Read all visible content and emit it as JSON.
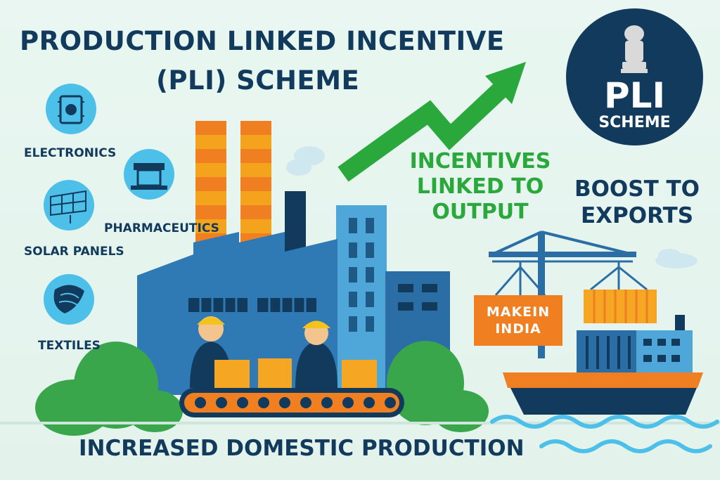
{
  "title": {
    "line1": "PRODUCTION LINKED INCENTIVE",
    "line2": "(PLI) SCHEME"
  },
  "sectors": [
    {
      "label": "ELECTRONICS",
      "icon": "circuit-chip-icon"
    },
    {
      "label": "PHARMACEUTICS",
      "icon": "pharma-machine-icon"
    },
    {
      "label": "SOLAR PANELS",
      "icon": "solar-panel-icon"
    },
    {
      "label": "TEXTILES",
      "icon": "fabric-icon"
    }
  ],
  "incentives": {
    "line1": "INCENTIVES",
    "line2": "LINKED TO",
    "line3": "OUTPUT"
  },
  "badge": {
    "big": "PLI",
    "small": "SCHEME",
    "emblem": "national-emblem-icon"
  },
  "exports": {
    "line1": "BOOST TO",
    "line2": "EXPORTS"
  },
  "container_sign": {
    "line1": "MAKEIN",
    "line2": "INDIA"
  },
  "bottom_caption": "INCREASED DOMESTIC PRODUCTION",
  "colors": {
    "navy": "#123a5c",
    "green": "#2aa83b",
    "orange": "#f07f22",
    "sky_blue": "#4cc0e8",
    "background": "#e6f4ee"
  }
}
